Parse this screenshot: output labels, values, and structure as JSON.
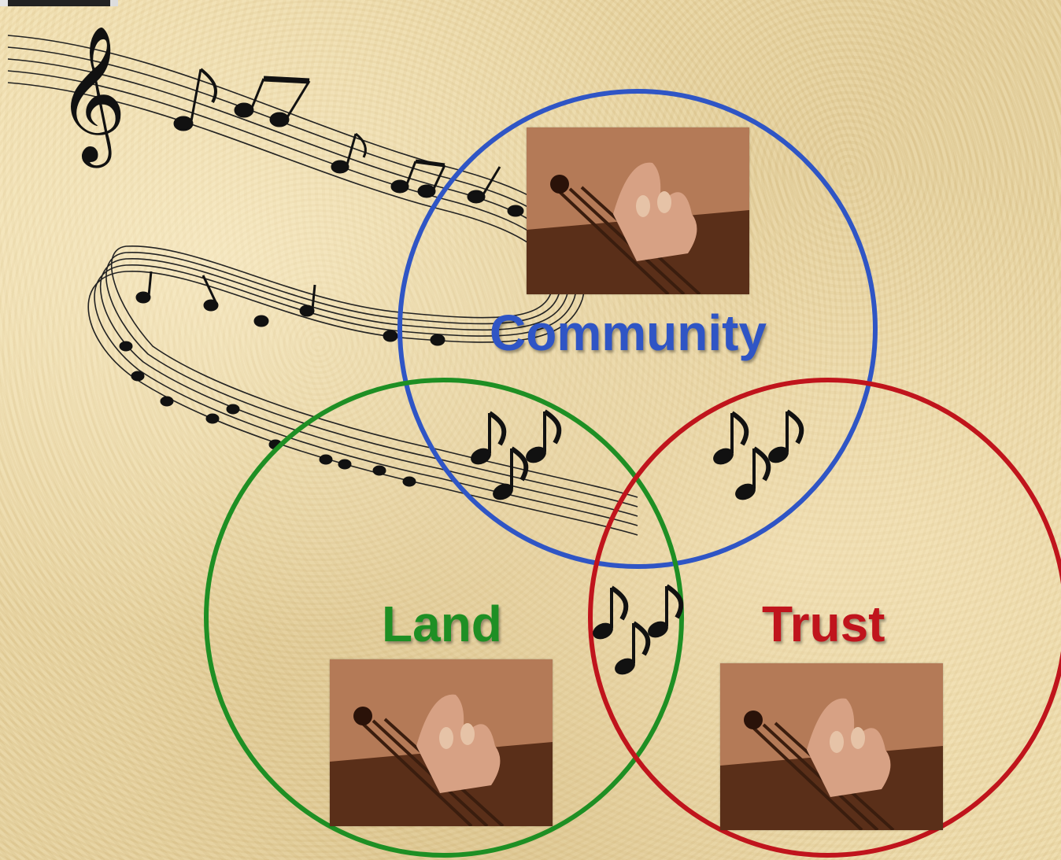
{
  "labels": {
    "community": "Community",
    "land": "Land",
    "trust": "Trust"
  },
  "colors": {
    "community": "#2f55c5",
    "land": "#1e8f24",
    "trust": "#c0141c",
    "background": "#e9d7a8",
    "photo_tone": "#b57c5a"
  },
  "icons": {
    "intersection_symbol": "beamed-eighth-notes-icon",
    "staff_symbol": "treble-clef-icon",
    "photo_subject": "violin-scroll-photo"
  }
}
